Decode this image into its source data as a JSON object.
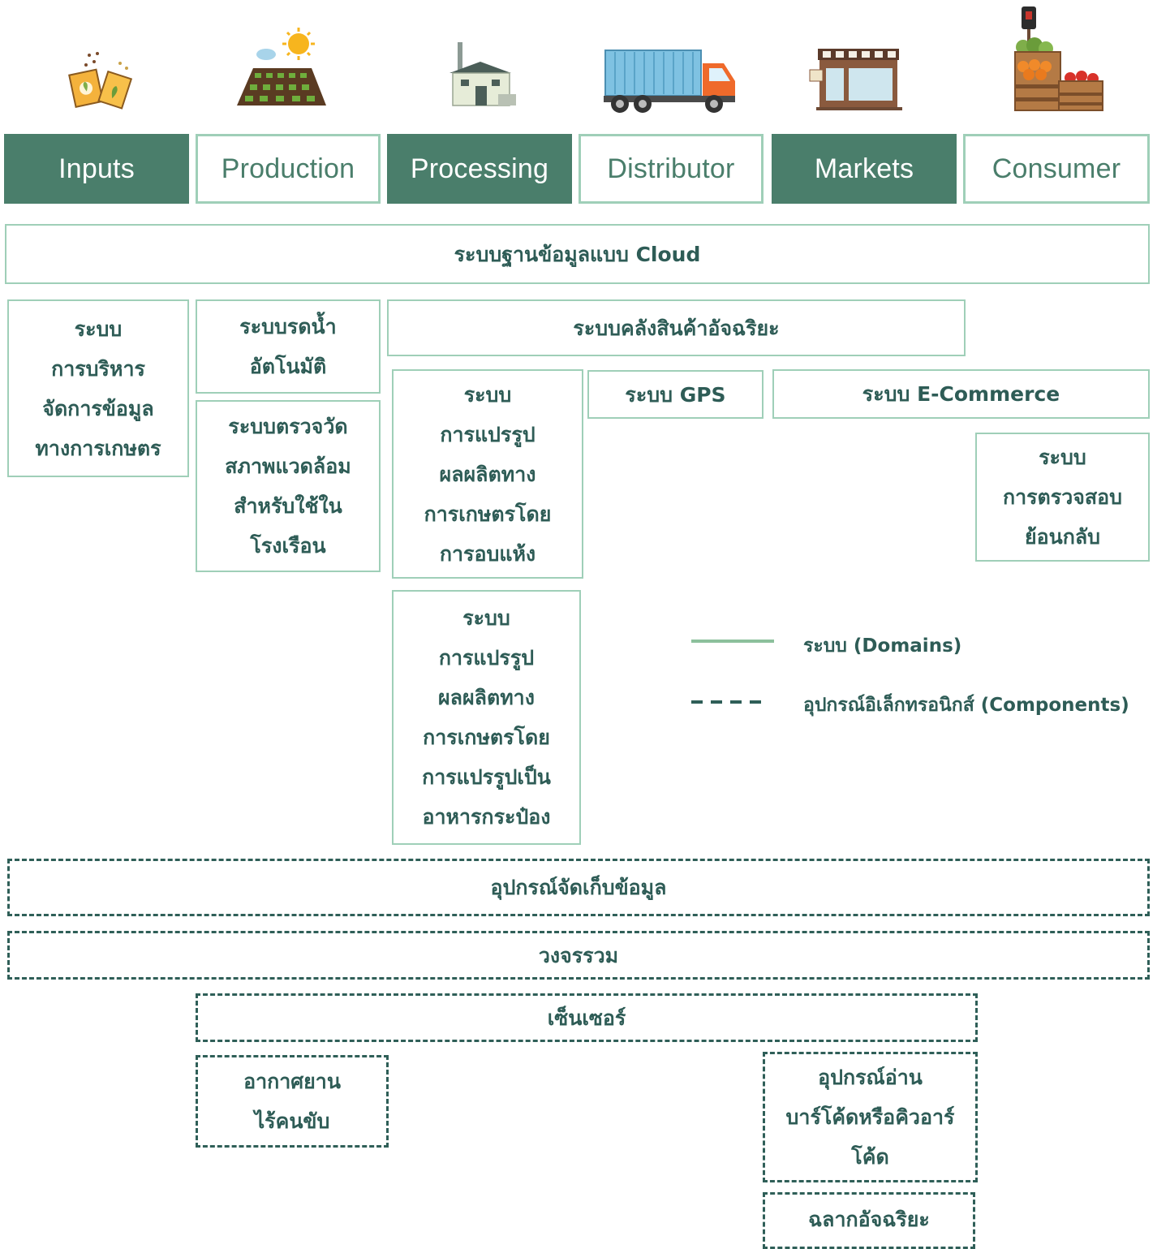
{
  "stages": [
    {
      "label": "Inputs",
      "style": "filled",
      "icon": "seed-packets-icon"
    },
    {
      "label": "Production",
      "style": "outline",
      "icon": "farm-field-icon"
    },
    {
      "label": "Processing",
      "style": "filled",
      "icon": "factory-icon"
    },
    {
      "label": "Distributor",
      "style": "outline",
      "icon": "truck-icon"
    },
    {
      "label": "Markets",
      "style": "filled",
      "icon": "shop-icon"
    },
    {
      "label": "Consumer",
      "style": "outline",
      "icon": "produce-crates-icon"
    }
  ],
  "domains": {
    "cloud": "ระบบฐานข้อมูลแบบ Cloud",
    "farm_management": "ระบบ\nการบริหาร\nจัดการข้อมูล\nทางการเกษตร",
    "auto_watering": "ระบบรดน้ำ\nอัตโนมัติ",
    "greenhouse_env": "ระบบตรวจวัด\nสภาพแวดล้อม\nสำหรับใช้ใน\nโรงเรือน",
    "smart_warehouse": "ระบบคลังสินค้าอัจฉริยะ",
    "drying_processing": "ระบบ\nการแปรรูป\nผลผลิตทาง\nการเกษตรโดย\nการอบแห้ง",
    "gps": "ระบบ GPS",
    "ecommerce": "ระบบ E-Commerce",
    "traceability": "ระบบ\nการตรวจสอบ\nย้อนกลับ",
    "canning_processing": "ระบบ\nการแปรรูป\nผลผลิตทาง\nการเกษตรโดย\nการแปรรูปเป็น\nอาหารกระป๋อง"
  },
  "components": {
    "data_storage": "อุปกรณ์จัดเก็บข้อมูล",
    "circuit": "วงจรรวม",
    "sensor": "เซ็นเซอร์",
    "drone": "อากาศยาน\nไร้คนขับ",
    "barcode_reader": "อุปกรณ์อ่าน\nบาร์โค้ดหรือคิวอาร์\nโค้ด",
    "smart_label": "ฉลากอัจฉริยะ"
  },
  "legend": {
    "domains": "ระบบ (Domains)",
    "components": "อุปกรณ์อิเล็กทรอนิกส์ (Components)"
  },
  "colors": {
    "dark_green": "#4a7e6b",
    "light_green_border": "#9fcfb8",
    "dashed_border": "#2f5f58",
    "text": "#2e5c56"
  }
}
